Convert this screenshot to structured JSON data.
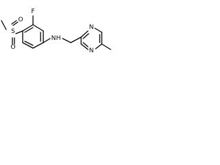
{
  "molecule": {
    "atoms": {
      "sulfur": "S",
      "sulfonyl_oxygen_top": "O",
      "sulfonyl_oxygen_bottom": "O",
      "fluorine": "F",
      "amine_nitrogen": "N",
      "amine_hydrogen": "H",
      "pyrazine_nitrogen_top": "N",
      "pyrazine_nitrogen_bottom": "N"
    }
  }
}
